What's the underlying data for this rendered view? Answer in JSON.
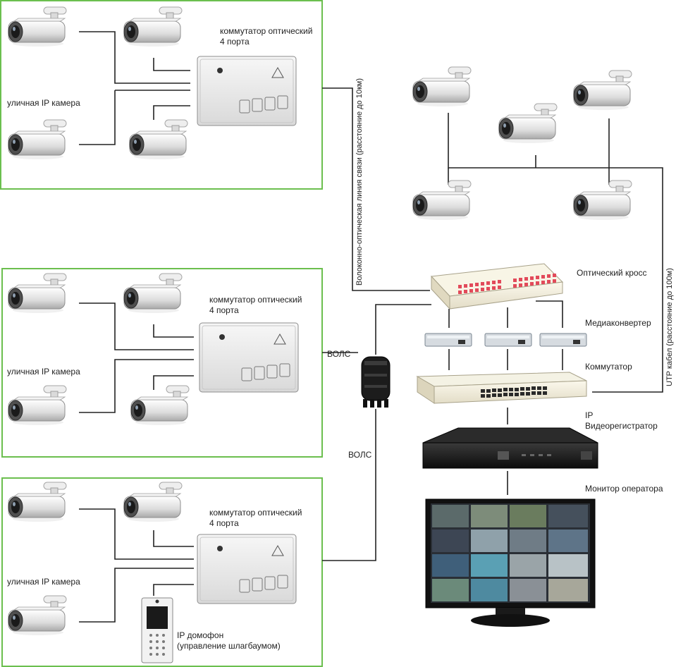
{
  "groups": [
    {
      "switch_label": [
        "коммутатор оптический",
        "4 порта"
      ],
      "camera_label": "уличная IP камера"
    },
    {
      "switch_label": [
        "коммутатор оптический",
        "4 порта"
      ],
      "camera_label": "уличная IP камера"
    },
    {
      "switch_label": [
        "коммутатор оптический",
        "4 порта"
      ],
      "camera_label": "уличная IP камера",
      "intercom_label": [
        "IP домофон",
        "(управление шлагбаумом)"
      ]
    }
  ],
  "links": {
    "fiber_long": "Волоконно-оптическая линия связи (расстояние до 10км)",
    "utp": "UTP кабел (расстояние до 100м)",
    "vols_top": "ВОЛС",
    "vols_bottom": "ВОЛС"
  },
  "equipment": {
    "optical_cross": "Оптический кросс",
    "media_converter": "Медиаконвертер",
    "switch": "Коммутатор",
    "nvr": [
      "IP",
      "Видеорегистратор"
    ],
    "monitor": "Монитор оператора"
  },
  "colors": {
    "group_border": "#6bbf4e",
    "line": "#222222",
    "port": "#e24a5a",
    "device_body": "#f1f0ea",
    "nvr_body": "#1b1b1b",
    "screen_bg": "#2a2f36"
  }
}
